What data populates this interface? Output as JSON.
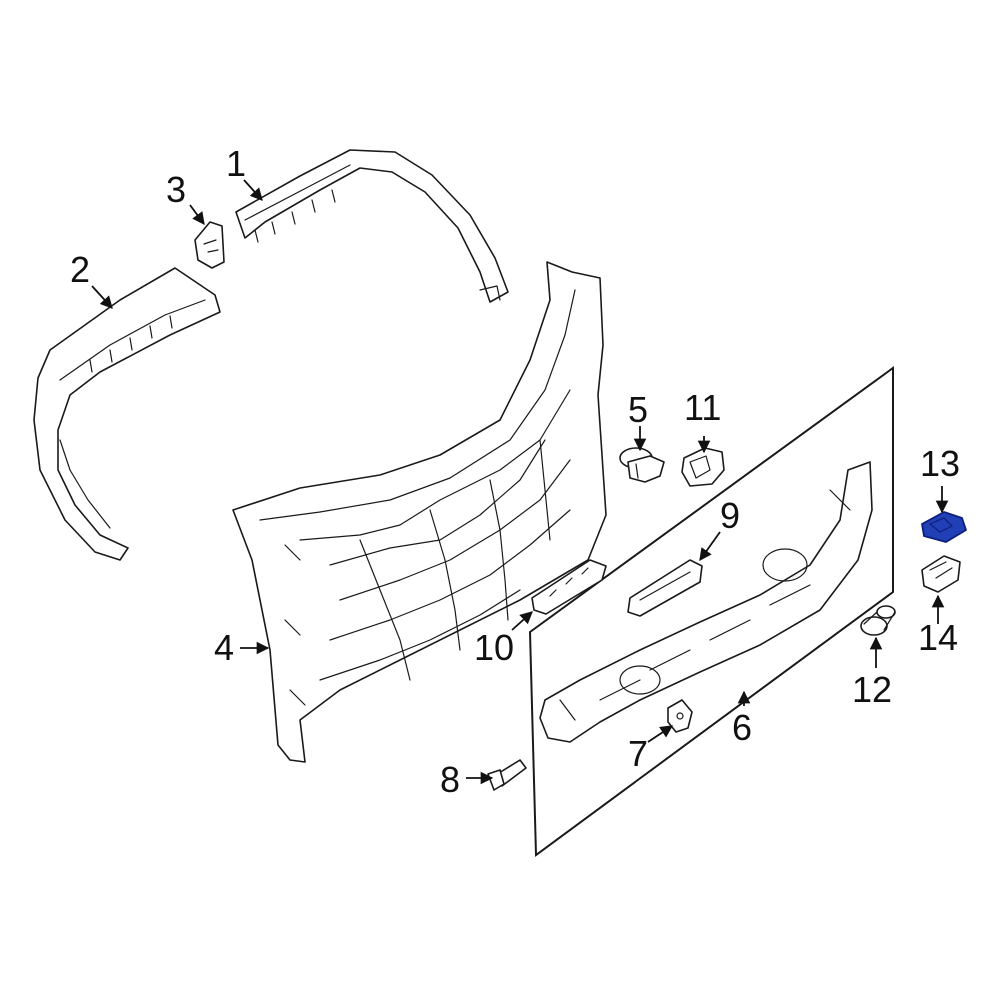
{
  "diagram": {
    "parts": [
      {
        "id": "p1",
        "label": "1"
      },
      {
        "id": "p2",
        "label": "2"
      },
      {
        "id": "p3",
        "label": "3"
      },
      {
        "id": "p4",
        "label": "4"
      },
      {
        "id": "p5",
        "label": "5"
      },
      {
        "id": "p6",
        "label": "6"
      },
      {
        "id": "p7",
        "label": "7"
      },
      {
        "id": "p8",
        "label": "8"
      },
      {
        "id": "p9",
        "label": "9"
      },
      {
        "id": "p10",
        "label": "10"
      },
      {
        "id": "p11",
        "label": "11"
      },
      {
        "id": "p12",
        "label": "12"
      },
      {
        "id": "p13",
        "label": "13",
        "highlighted": true
      },
      {
        "id": "p14",
        "label": "14"
      }
    ],
    "colors": {
      "line": "#1a1a1a",
      "highlight_fill": "#2140b8",
      "highlight_stroke": "#0d1f7a",
      "background": "#ffffff"
    }
  }
}
